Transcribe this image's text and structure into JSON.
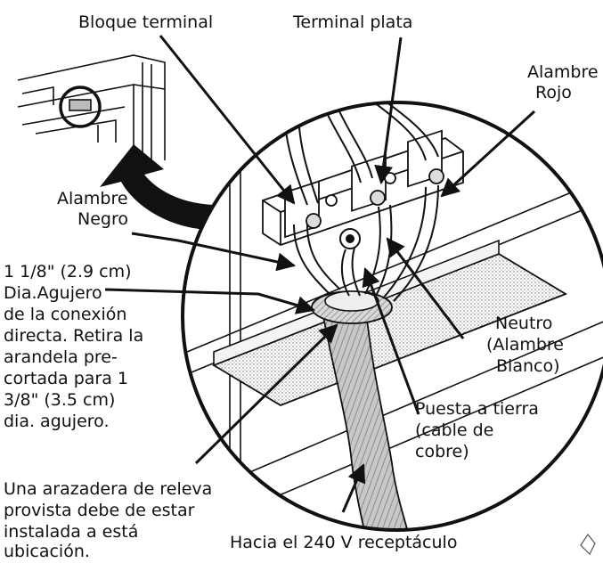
{
  "labels": {
    "terminal_block": "Bloque terminal",
    "silver_terminal": "Terminal plata",
    "red_wire_1": "Alambre",
    "red_wire_2": "Rojo",
    "black_wire_1": "Alambre",
    "black_wire_2": "Negro",
    "hole_1": "1 1/8\" (2.9 cm)",
    "hole_2": "Dia.Agujero",
    "hole_3": "de la conexión",
    "hole_4": "directa. Retira la",
    "hole_5": "arandela pre-",
    "hole_6": "cortada para 1",
    "hole_7": "3/8\" (3.5 cm)",
    "hole_8": "dia. agujero.",
    "neutral_1": "Neutro",
    "neutral_2": "(Alambre",
    "neutral_3": "Blanco)",
    "ground_1": "Puesta a tierra",
    "ground_2": "(cable de",
    "ground_3": "cobre)",
    "strain_1": "Una arazadera de releva",
    "strain_2": "provista debe de estar",
    "strain_3": "instalada a está",
    "strain_4": "ubicación.",
    "receptacle": "Hacia el 240 V receptáculo"
  },
  "colors": {
    "line": "#111111",
    "background": "#ffffff",
    "shading": "#9a9a9a"
  }
}
